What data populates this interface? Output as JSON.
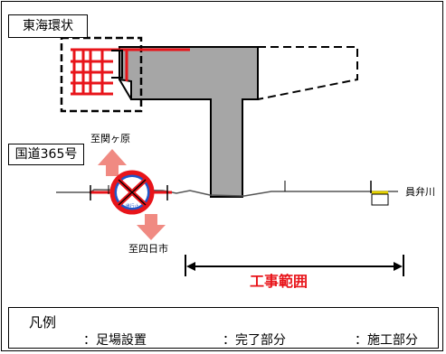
{
  "labels": {
    "ring_road": "東海環状",
    "national_route": "国道365号",
    "to_sekigahara": "至関ヶ原",
    "to_yokkaichi": "至四日市",
    "river": "員弁川",
    "construction_range": "工事範囲",
    "sign_text": "通行止"
  },
  "legend": {
    "title": "凡例",
    "scaffold": "：足場設置",
    "completed": "：完了部分",
    "construction": "：施工部分"
  },
  "colors": {
    "scaffold": "#e8141a",
    "completed": "#a6a6a6",
    "arrow": "#f08a82",
    "construction_text": "#e8141a"
  }
}
